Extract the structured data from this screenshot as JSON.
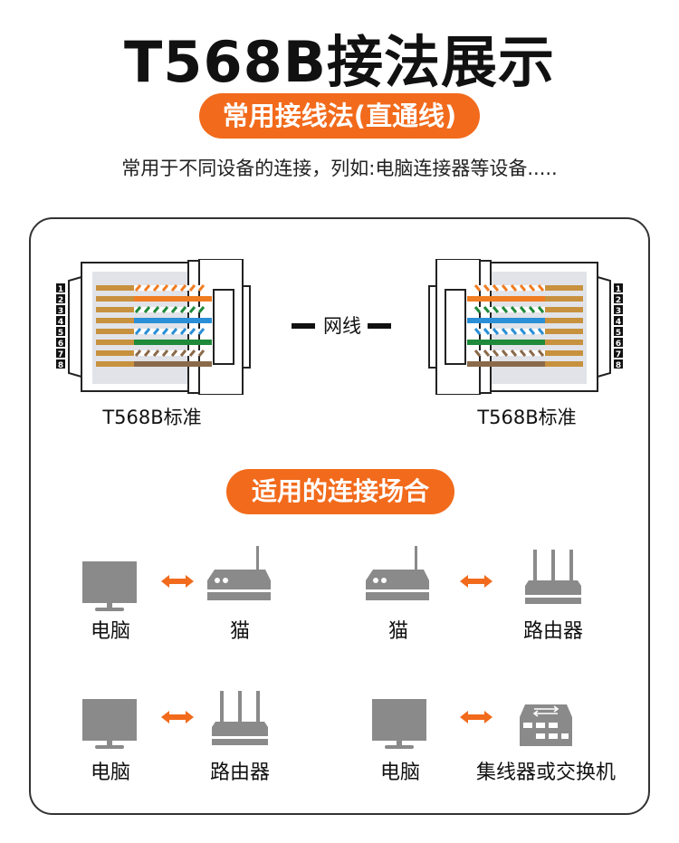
{
  "header": {
    "title": "T568B接法展示",
    "badge": "常用接线法(直通线)",
    "subtitle": "常用于不同设备的连接，列如:电脑连接器等设备....."
  },
  "wiring": {
    "left_label": "T568B标准",
    "right_label": "T568B标准",
    "cable_label": "网线",
    "pin_numbers": [
      "1",
      "2",
      "3",
      "4",
      "5",
      "6",
      "7",
      "8"
    ],
    "wire_colors": [
      "#f07d22",
      "#f07d22",
      "#1e8a3a",
      "#2a8fd6",
      "#2a8fd6",
      "#1e8a3a",
      "#8a6a4a",
      "#8a6a4a"
    ],
    "striped": [
      true,
      false,
      true,
      false,
      true,
      false,
      true,
      false
    ]
  },
  "scenarios": {
    "badge": "适用的连接场合",
    "pairs": [
      {
        "left": "电脑",
        "right": "猫",
        "left_icon": "monitor-icon",
        "right_icon": "modem-icon"
      },
      {
        "left": "猫",
        "right": "路由器",
        "left_icon": "modem-icon",
        "right_icon": "router-icon"
      },
      {
        "left": "电脑",
        "right": "路由器",
        "left_icon": "monitor-icon",
        "right_icon": "router-icon"
      },
      {
        "left": "电脑",
        "right": "集线器或交换机",
        "left_icon": "monitor-icon",
        "right_icon": "switch-icon"
      }
    ]
  },
  "colors": {
    "accent": "#f26a1b",
    "icon_gray": "#8a8a8a",
    "connector_body": "#c8ccd6"
  }
}
